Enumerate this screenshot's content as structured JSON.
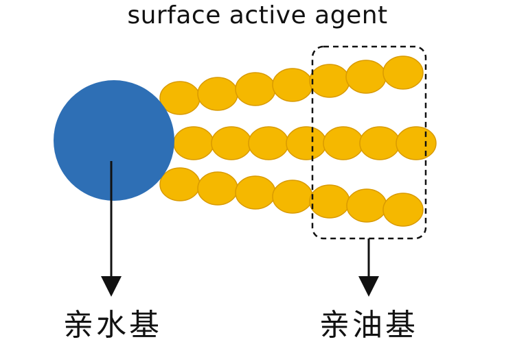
{
  "title": "surface active agent",
  "labels": {
    "hydrophilic": "亲水基",
    "lipophilic": "亲油基"
  },
  "colors": {
    "head": "#2e6fb5",
    "tail": "#f5b800",
    "tail_stroke": "#d99a00",
    "line": "#111111"
  }
}
